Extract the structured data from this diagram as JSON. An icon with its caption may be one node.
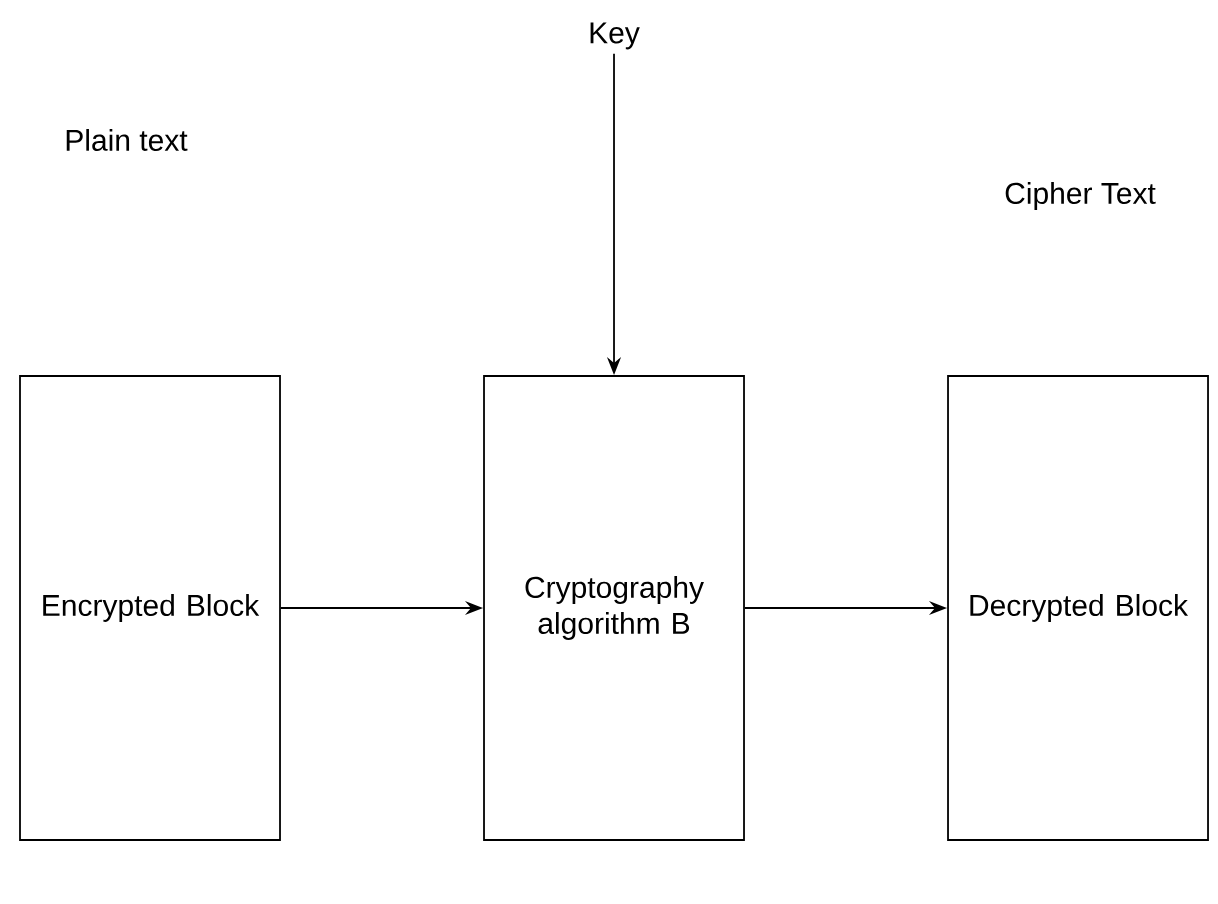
{
  "diagram": {
    "nodes": [
      {
        "text": [
          "Key"
        ]
      },
      {
        "text": [
          "Encrypted Block"
        ]
      },
      {
        "text": [
          "Cryptography algorithm B"
        ]
      },
      {
        "text": [
          "Decrypted Block"
        ]
      }
    ],
    "edges": [
      {
        "from": 0,
        "to": 2,
        "arrow": "to"
      },
      {
        "from": 1,
        "to": 2,
        "arrow": "to"
      },
      {
        "from": 2,
        "to": 3,
        "arrow": "to"
      }
    ],
    "labels": [
      "Plain text",
      "Cipher Text"
    ]
  }
}
